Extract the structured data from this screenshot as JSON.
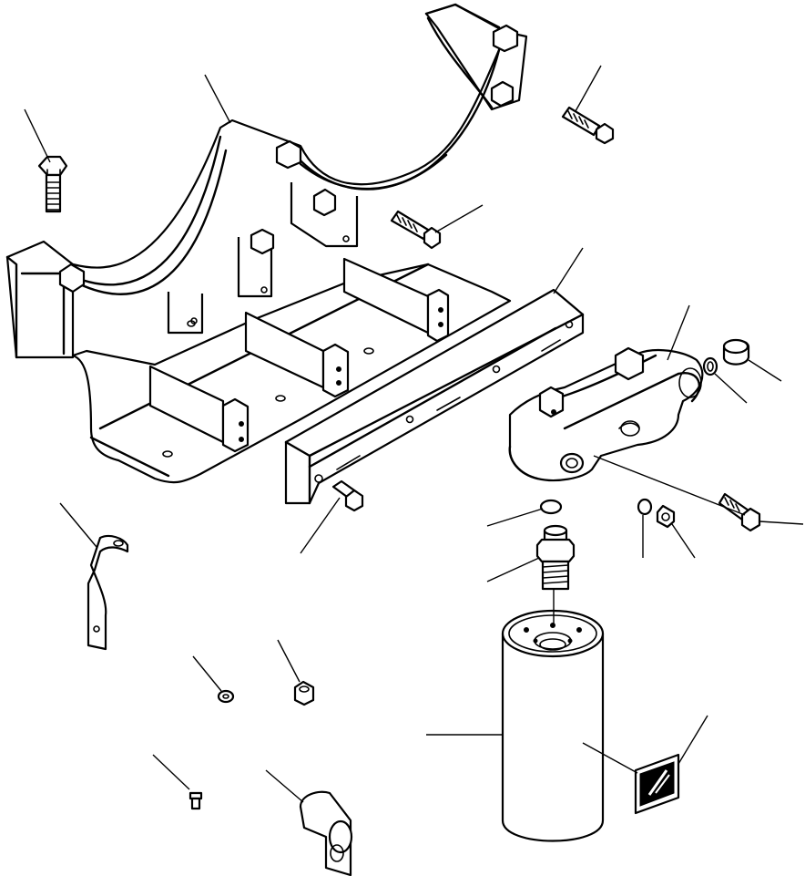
{
  "diagram": {
    "type": "exploded-parts-view",
    "colors": {
      "line": "#000000",
      "background": "#ffffff"
    },
    "parts": [
      {
        "name": "frame-bracket"
      },
      {
        "name": "mounting-rail"
      },
      {
        "name": "filter-head"
      },
      {
        "name": "filter-cartridge"
      },
      {
        "name": "warning-label"
      },
      {
        "name": "hex-bolt-large"
      },
      {
        "name": "hex-bolt-top-right"
      },
      {
        "name": "hex-bolt-center"
      },
      {
        "name": "hex-bolt-rail"
      },
      {
        "name": "hex-bolt-filter-head"
      },
      {
        "name": "plug"
      },
      {
        "name": "o-ring"
      },
      {
        "name": "threaded-nipple"
      },
      {
        "name": "gasket-ring"
      },
      {
        "name": "small-plug"
      },
      {
        "name": "washer"
      },
      {
        "name": "small-plug-2"
      },
      {
        "name": "clip-bracket"
      },
      {
        "name": "hex-nut"
      },
      {
        "name": "flat-washer"
      },
      {
        "name": "small-screw"
      },
      {
        "name": "pipe-clamp"
      }
    ]
  }
}
